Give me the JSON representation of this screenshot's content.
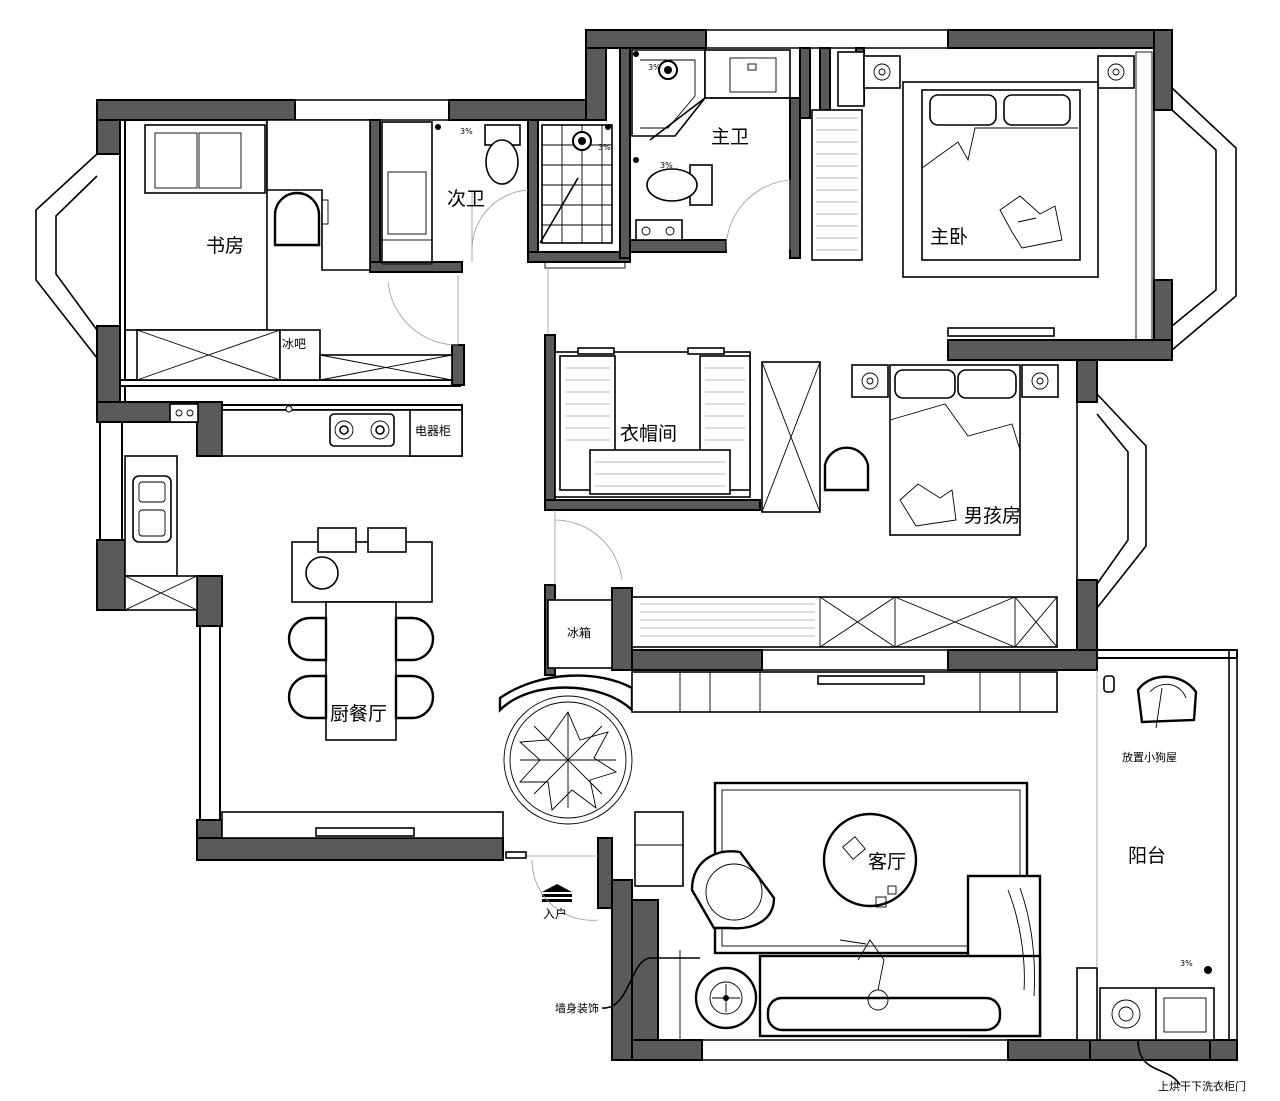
{
  "rooms": {
    "study": "书房",
    "second_bath": "次卫",
    "master_bath": "主卫",
    "master_bedroom": "主卧",
    "closet": "衣帽间",
    "boys_room": "男孩房",
    "kitchen_dining": "厨餐厅",
    "living_room": "客厅",
    "balcony": "阳台"
  },
  "fixtures": {
    "ice_bar": "冰吧",
    "appliance_cabinet": "电器柜",
    "fridge": "冰箱"
  },
  "annotations": {
    "entrance": "入户",
    "wall_decor": "墙身装饰",
    "dog_house": "放置小狗屋",
    "laundry_cabinet": "上烘干下洗衣柜门"
  },
  "slope_marks": [
    "3%",
    "3%",
    "3%",
    "3%",
    "3%"
  ],
  "colors": {
    "wall": "#5a5a5a",
    "line": "#000000",
    "background": "#ffffff"
  }
}
